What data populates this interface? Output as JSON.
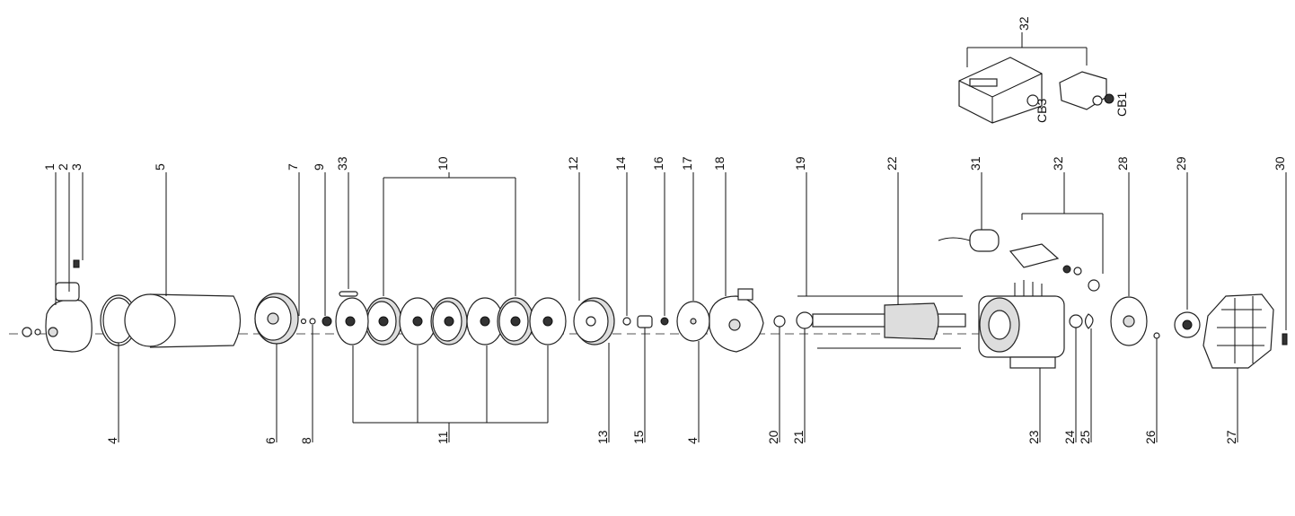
{
  "diagram": {
    "top_labels": [
      "1",
      "2",
      "3",
      "5",
      "7",
      "9",
      "33",
      "10",
      "12",
      "14",
      "16",
      "17",
      "18",
      "19",
      "22",
      "31",
      "32",
      "28",
      "29",
      "30"
    ],
    "bottom_labels": [
      "4",
      "6",
      "8",
      "11",
      "13",
      "15",
      "4",
      "20",
      "21",
      "23",
      "24",
      "25",
      "26",
      "27"
    ],
    "control_box": {
      "label": "32",
      "box_a": "CB3",
      "box_b": "CB1"
    }
  }
}
